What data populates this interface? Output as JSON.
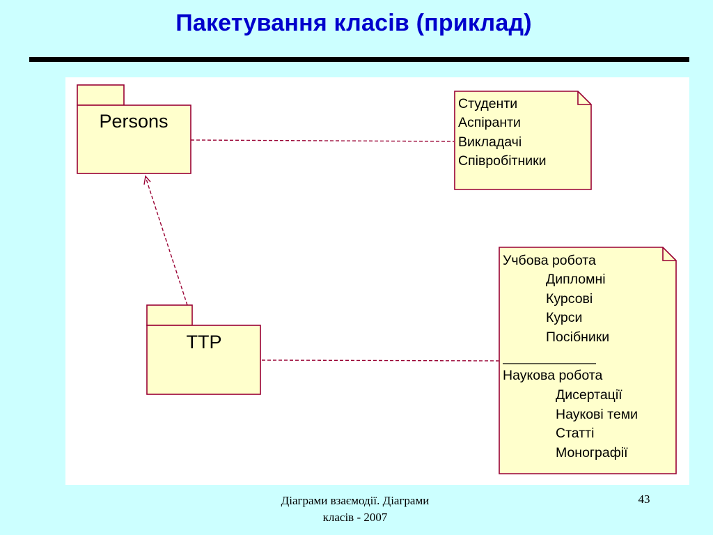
{
  "slide": {
    "title": "Пакетування класів (приклад)",
    "footer_line1": "Діаграми взаємодії. Діаграми",
    "footer_line2": "класів - 2007",
    "page_number": "43"
  },
  "diagram": {
    "packages": [
      {
        "id": "persons",
        "name": "Persons"
      },
      {
        "id": "ttp",
        "name": "TTP"
      }
    ],
    "notes": [
      {
        "id": "persons-note",
        "lines": [
          "Студенти",
          "Аспіранти",
          "Викладачі",
          "Співробітники"
        ]
      },
      {
        "id": "ttp-note",
        "sections": [
          {
            "heading": "Учбова робота",
            "items": [
              "Дипломні",
              "Курсові",
              "Курси",
              "Посібники"
            ]
          },
          {
            "heading": "Наукова робота",
            "items": [
              "Дисертації",
              "Наукові теми",
              "Статті",
              "Монографії"
            ]
          }
        ]
      }
    ],
    "relations": [
      {
        "from": "ttp",
        "to": "persons",
        "kind": "dependency"
      },
      {
        "from": "persons",
        "to": "persons-note",
        "kind": "note-anchor"
      },
      {
        "from": "ttp",
        "to": "ttp-note",
        "kind": "note-anchor"
      }
    ],
    "colors": {
      "shape_fill": "#ffffcc",
      "shape_stroke": "#990033",
      "line": "#990033"
    }
  }
}
